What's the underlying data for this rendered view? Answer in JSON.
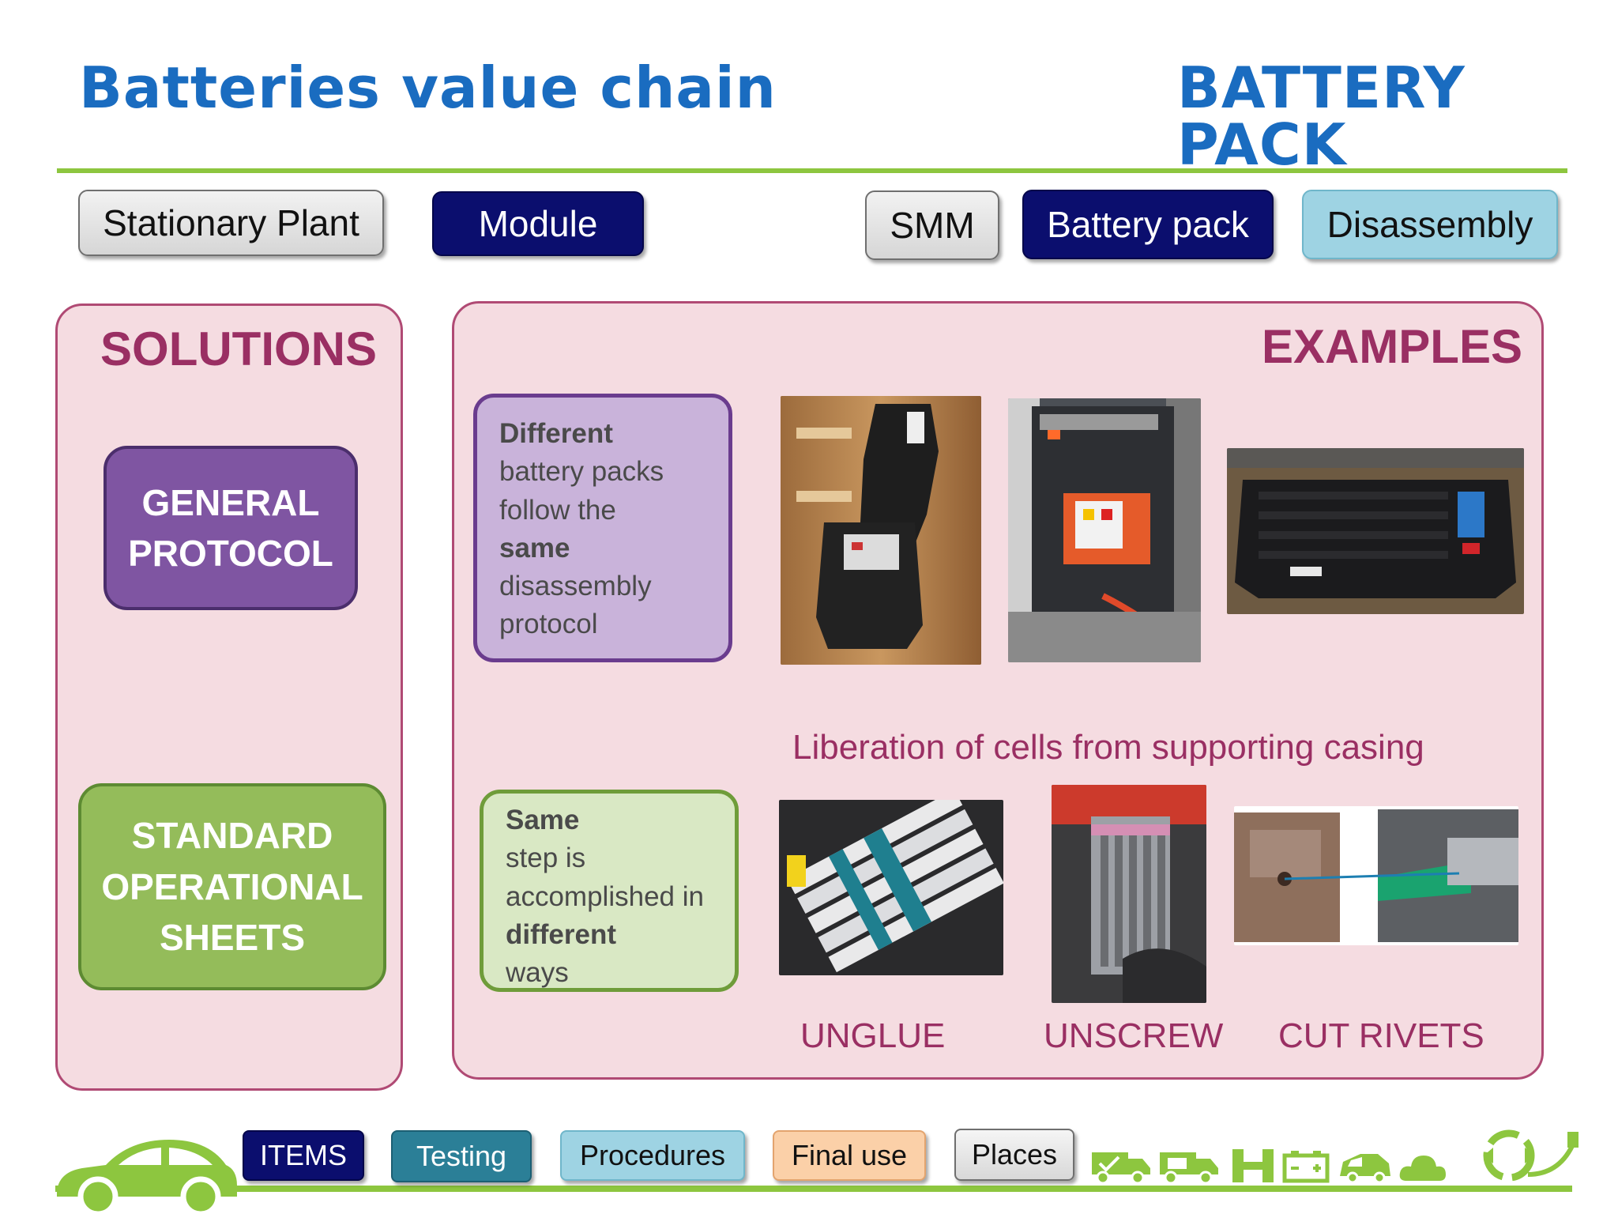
{
  "header": {
    "title": "Batteries value chain",
    "section": "BATTERY PACK"
  },
  "nav": {
    "stationary_plant": "Stationary Plant",
    "module": "Module",
    "smm": "SMM",
    "battery_pack": "Battery pack",
    "disassembly": "Disassembly"
  },
  "solutions": {
    "heading": "SOLUTIONS",
    "general_protocol": "GENERAL\nPROTOCOL",
    "standard_sheets": "STANDARD\nOPERATIONAL\nSHEETS"
  },
  "examples": {
    "heading": "EXAMPLES",
    "note1": {
      "w1": "Different",
      "w2": "battery packs",
      "w3": "follow the",
      "w4": "same",
      "w5": "disassembly",
      "w6": "protocol"
    },
    "note2": {
      "w1": "Same",
      "w2": "step is",
      "w3": "accomplished in",
      "w4": "different",
      "w5": "ways"
    },
    "caption": "Liberation of cells from supporting casing",
    "steps": {
      "unglue": "UNGLUE",
      "unscrew": "UNSCREW",
      "cut_rivets": "CUT RIVETS"
    }
  },
  "footer": {
    "items": "ITEMS",
    "testing": "Testing",
    "procedures": "Procedures",
    "final_use": "Final use",
    "places": "Places"
  },
  "colors": {
    "title_blue": "#1a6cc0",
    "accent_green": "#8dc63f",
    "panel_pink": "#f5dce1",
    "heading_magenta": "#9a2f63",
    "navy": "#0b0e6e"
  }
}
